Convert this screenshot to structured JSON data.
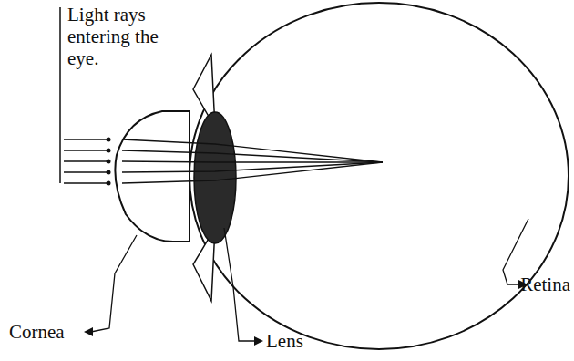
{
  "diagram": {
    "labels": [
      "Light rays entering the eye.",
      "Cornea",
      "Lens",
      "Retina"
    ]
  }
}
